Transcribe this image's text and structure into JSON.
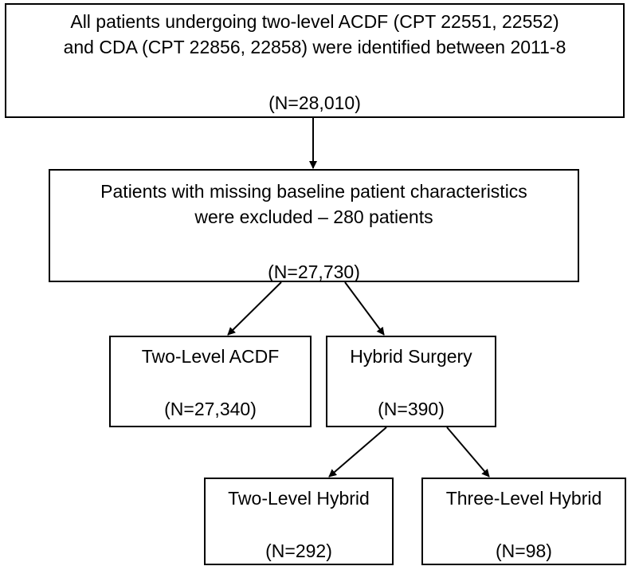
{
  "boxes": {
    "all": {
      "line1": "All patients undergoing two-level ACDF (CPT 22551, 22552)",
      "line2": "and CDA (CPT 22856, 22858) were identified between 2011-8",
      "count": "(N=28,010)"
    },
    "excluded": {
      "line1": "Patients with missing baseline patient characteristics",
      "line2": "were excluded – 280 patients",
      "count": "(N=27,730)"
    },
    "acdf": {
      "label": "Two-Level ACDF",
      "count": "(N=27,340)"
    },
    "hybrid": {
      "label": "Hybrid Surgery",
      "count": "(N=390)"
    },
    "two_level_hybrid": {
      "label": "Two-Level Hybrid",
      "count": "(N=292)"
    },
    "three_level_hybrid": {
      "label": "Three-Level Hybrid",
      "count": "(N=98)"
    }
  },
  "colors": {
    "stroke": "#000000",
    "background": "#ffffff"
  }
}
